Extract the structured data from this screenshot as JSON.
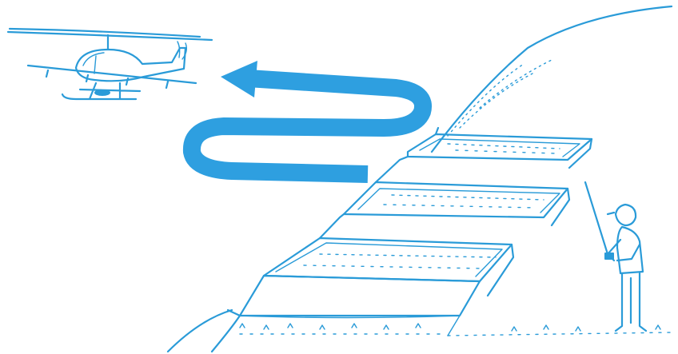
{
  "illustration": {
    "ink_color": "#2a9bd8",
    "arrow_color": "#2e9fe0",
    "background": "#ffffff",
    "elements": [
      "remote-controlled-helicopter",
      "serpentine-flight-path-arrow",
      "terraced-hillside-plots",
      "operator-with-remote-control"
    ]
  }
}
